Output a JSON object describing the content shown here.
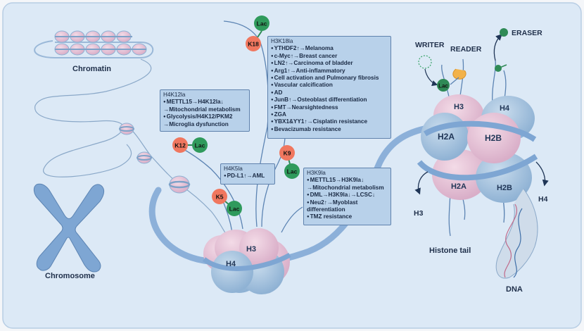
{
  "labels": {
    "chromatin": "Chromatin",
    "chromosome": "Chromosome",
    "writer": "WRITER",
    "reader": "READER",
    "eraser": "ERASER",
    "histone_tail": "Histone tail",
    "dna": "DNA"
  },
  "histones": {
    "h3": "H3",
    "h4": "H4",
    "h2a": "H2A",
    "h2b": "H2B"
  },
  "sites": {
    "k18": "K18",
    "k12": "K12",
    "k5": "K5",
    "k9": "K9",
    "lac": "Lac"
  },
  "arrow_labels": {
    "h3": "H3",
    "h4": "H4"
  },
  "boxes": {
    "h4k12": {
      "title": "H4K12la",
      "items": [
        "METTL15→H4K12la↓",
        "→Mitochondrial metabolism",
        "Glycolysis/H4K12/PKM2",
        "→Microglia dysfunction"
      ]
    },
    "h4k5": {
      "title": "H4K5la",
      "items": [
        "PD-L1↑→AML"
      ]
    },
    "h3k18": {
      "title": "H3K18la",
      "items": [
        "YTHDF2↑→Melanoma",
        "c-Myc↑→Breast cancer",
        "LN2↑→Carcinoma of bladder",
        "Arg1↑→Anti-inflammatory",
        "Cell activation and Pulmonary fibrosis",
        "Vascular calcification",
        "AD",
        "JunB↑→Osteoblast differentiation",
        "FMT→Nearsightedness",
        "ZGA",
        "YBX1&YY1↑→Cisplatin resistance",
        "Bevacizumab resistance"
      ]
    },
    "h3k9": {
      "title": "H3K9la",
      "items": [
        "METTL15→H3K9la↓",
        "→Mitochondrial metabolism",
        "DML→H3K9la↓→LCSC↓",
        "Neu2↑→Myoblast",
        "differentiation",
        "TMZ resistance"
      ]
    }
  }
}
